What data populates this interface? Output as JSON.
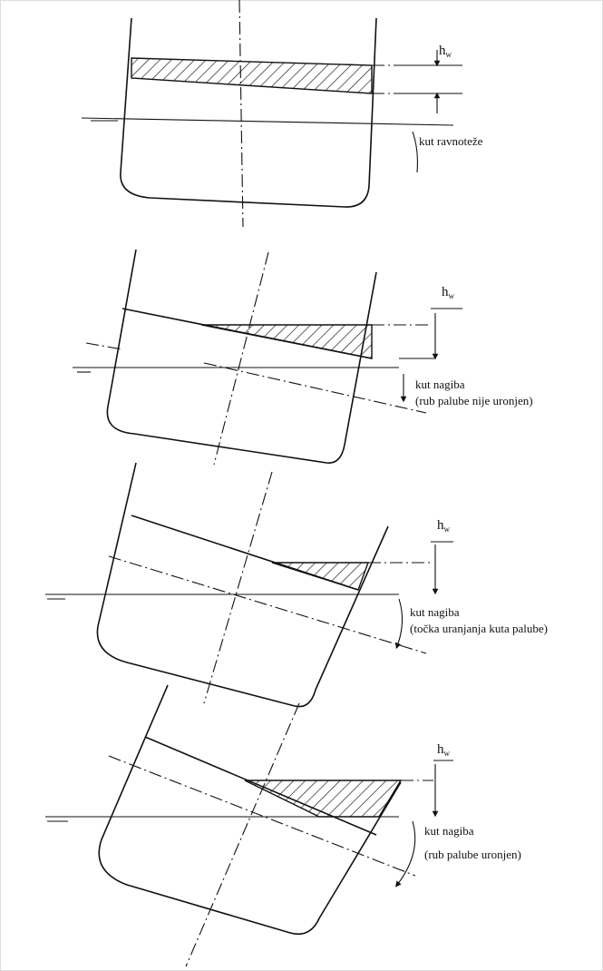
{
  "panels": [
    {
      "id": "equilibrium",
      "hw_label": "h",
      "hw_sub": "w",
      "caption_line1": "kut ravnoteže",
      "caption_line2": ""
    },
    {
      "id": "deck-not-immersed",
      "hw_label": "h",
      "hw_sub": "w",
      "caption_line1": "kut nagiba",
      "caption_line2": "(rub palube nije uronjen)"
    },
    {
      "id": "deck-edge-immersion",
      "hw_label": "h",
      "hw_sub": "w",
      "caption_line1": "kut nagiba",
      "caption_line2": "(točka uranjanja kuta palube)"
    },
    {
      "id": "deck-immersed",
      "hw_label": "h",
      "hw_sub": "w",
      "caption_line1": "kut nagiba",
      "caption_line2": "(rub palube uronjen)"
    }
  ]
}
